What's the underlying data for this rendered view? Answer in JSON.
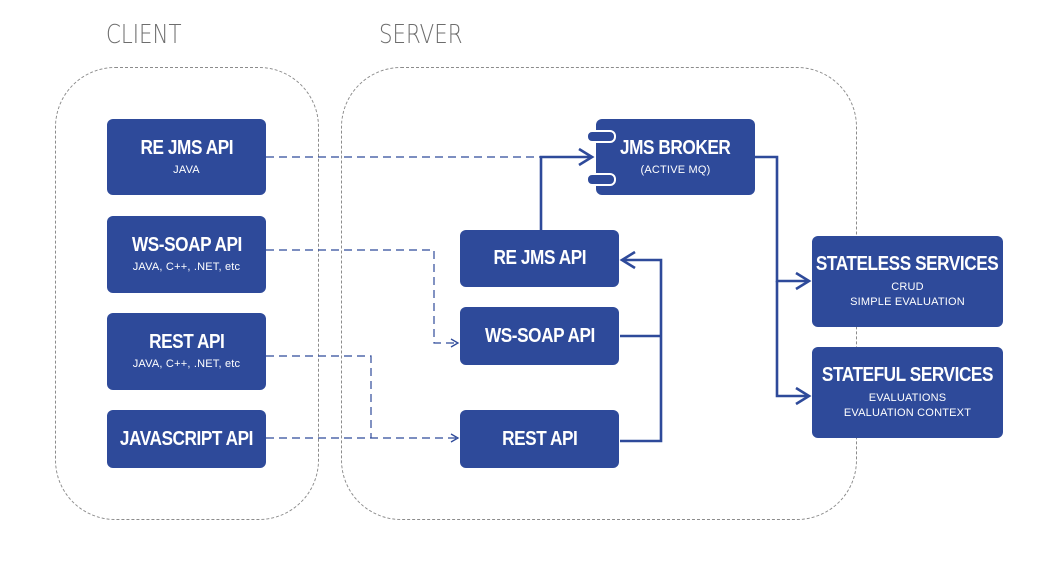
{
  "sections": {
    "client": "CLIENT",
    "server": "SERVER"
  },
  "client_apis": [
    {
      "title": "RE JMS API",
      "subtitle": "JAVA"
    },
    {
      "title": "WS-SOAP API",
      "subtitle": "JAVA, C++, .NET, etc"
    },
    {
      "title": "REST API",
      "subtitle": "JAVA, C++, .NET, etc"
    },
    {
      "title": "JAVASCRIPT API",
      "subtitle": ""
    }
  ],
  "server_apis": [
    {
      "title": "RE JMS API"
    },
    {
      "title": "WS-SOAP API"
    },
    {
      "title": "REST API"
    }
  ],
  "broker": {
    "title": "JMS BROKER",
    "subtitle": "(ACTIVE MQ)"
  },
  "services": [
    {
      "title": "STATELESS SERVICES",
      "lines": [
        "CRUD",
        "SIMPLE EVALUATION"
      ]
    },
    {
      "title": "STATEFUL SERVICES",
      "lines": [
        "EVALUATIONS",
        "EVALUATION CONTEXT"
      ]
    }
  ],
  "colors": {
    "box": "#2e4a9a",
    "line": "#2e4a9a",
    "dashed_border": "#8c8c8c",
    "label": "#6d6d6d"
  }
}
